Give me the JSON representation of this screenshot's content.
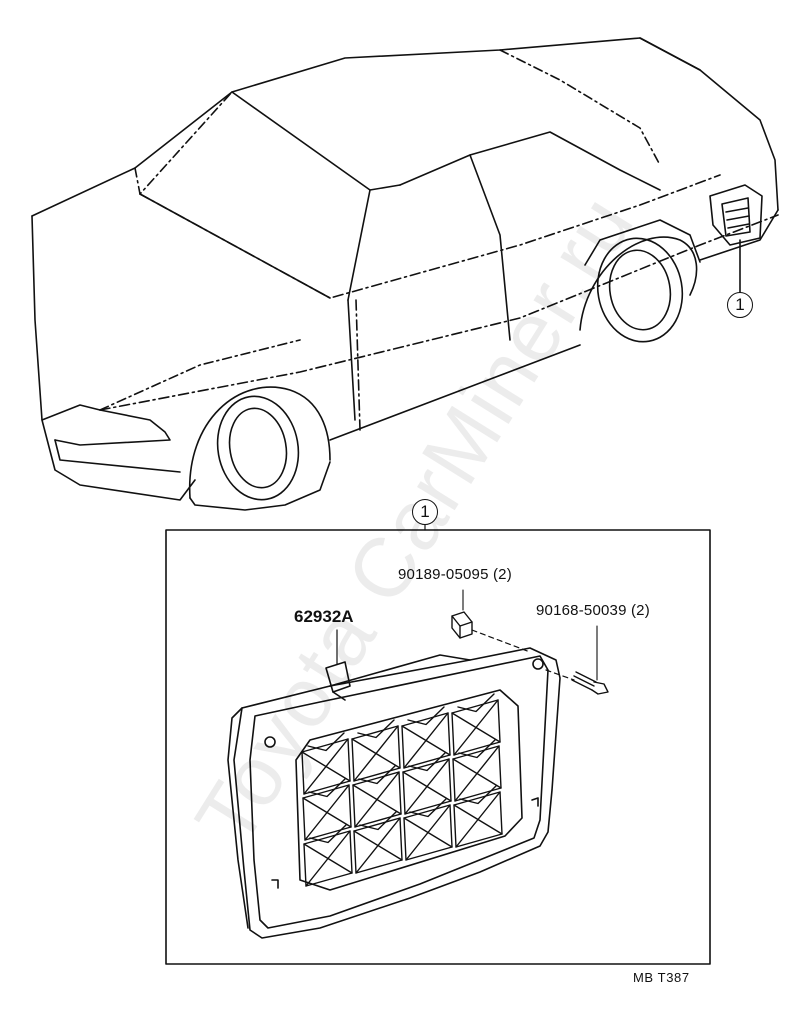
{
  "diagram": {
    "callouts": [
      {
        "id": "callout-1-car",
        "text": "1"
      },
      {
        "id": "callout-1-detail",
        "text": "1"
      }
    ],
    "parts": [
      {
        "name": "part-62932A",
        "label": "62932A"
      },
      {
        "name": "part-90189-05095",
        "label": "90189-05095 (2)"
      },
      {
        "name": "part-90168-50039",
        "label": "90168-50039 (2)"
      }
    ],
    "drawing_code": "MB T387",
    "watermark": "Toyota CarMiner.ru"
  },
  "colors": {
    "line": "#111111",
    "background": "#ffffff"
  }
}
